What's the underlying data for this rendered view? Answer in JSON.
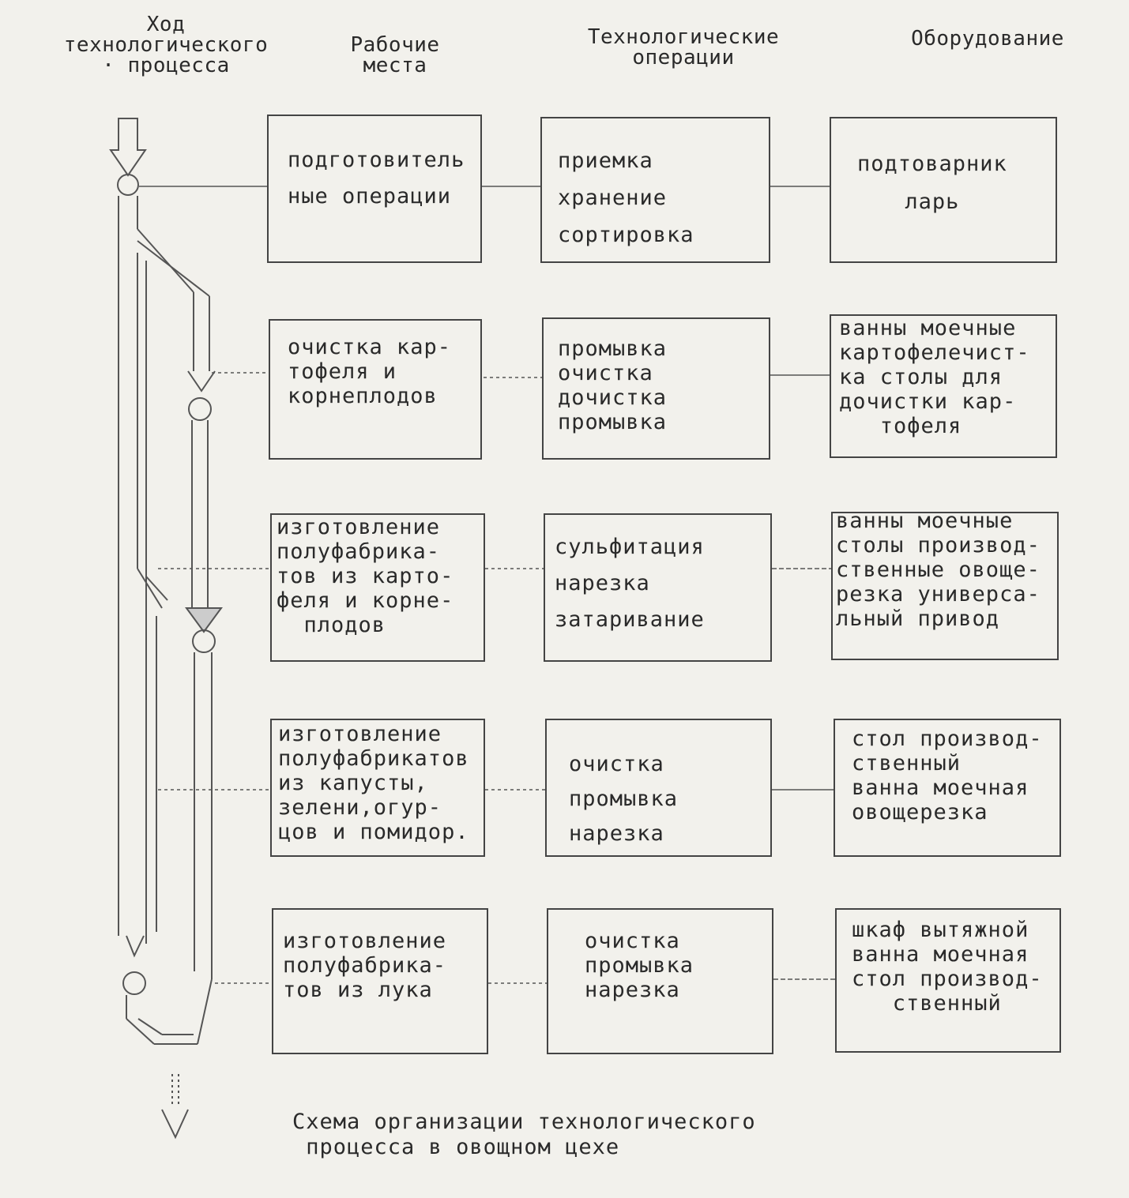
{
  "headers": {
    "process_flow": "Ход\nтехнологического\n· процесса",
    "workplaces": "Рабочие\nместа",
    "operations": "Технологические\nоперации",
    "equipment": "Оборудование"
  },
  "rows": [
    {
      "workplace": "подготовитель\nные операции",
      "operations": "приемка\nхранение\nсортировка",
      "equipment": "подтоварник\nларь"
    },
    {
      "workplace": "очистка кар-\nтофеля и\nкорнеплодов",
      "operations": "промывка\nочистка\nдочистка\nпромывка",
      "equipment": "ванны моечные\nкартофелечист-\nка столы для\nдочистки кар-\n   тофеля"
    },
    {
      "workplace": "изготовление\nполуфабрика-\nтов из карто-\nфеля и корне-\n  плодов",
      "operations": "сульфитация\nнарезка\nзатаривание",
      "equipment": "ванны моечные\nстолы производ-\nственные овоще-\nрезка универса-\nльный привод"
    },
    {
      "workplace": "изготовление\nполуфабрикатов\nиз капусты,\nзелени,огур-\nцов и помидор.",
      "operations": "очистка\nпромывка\nнарезка",
      "equipment": "стол производ-\nственный\nванна моечная\nовощерезка"
    },
    {
      "workplace": "изготовление\nполуфабрика-\nтов из лука",
      "operations": "очистка\nпромывка\nнарезка",
      "equipment": "шкаф вытяжной\nванна моечная\nстол производ-\n   ственный"
    }
  ],
  "caption": "Схема организации технологического\n процесса в овощном цехе"
}
